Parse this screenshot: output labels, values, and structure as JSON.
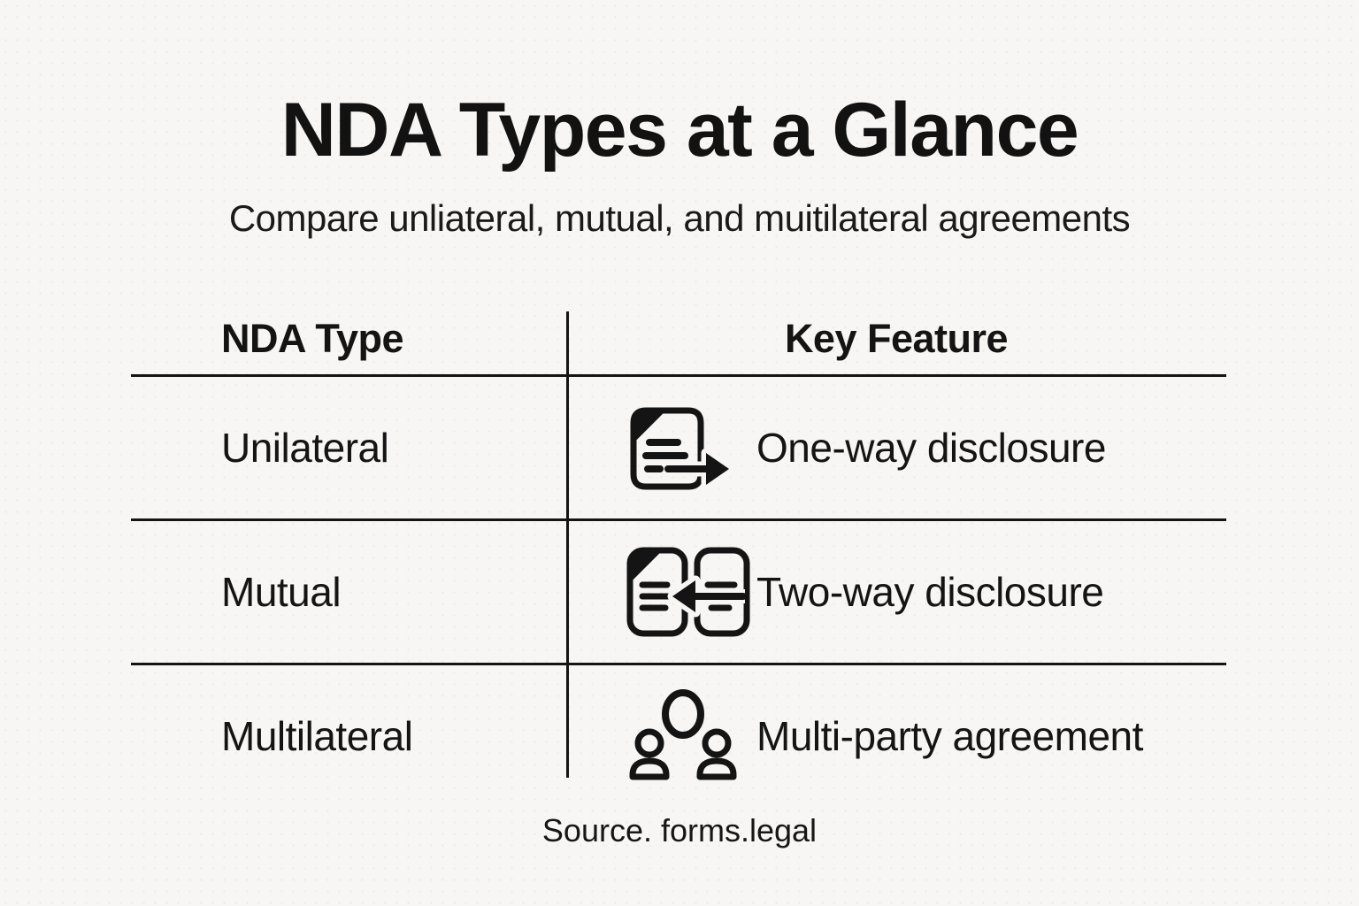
{
  "meta": {
    "background_color": "#f7f6f4",
    "ink_color": "#141414"
  },
  "header": {
    "title": "NDA Types at a Glance",
    "subtitle": "Compare unliateral, mutual, and muitilateral agreements"
  },
  "table": {
    "columns": [
      "NDA Type",
      "Key Feature"
    ],
    "rows": [
      {
        "type": "Unilateral",
        "icon": "document-arrow-right-icon",
        "feature": "One-way disclosure"
      },
      {
        "type": "Mutual",
        "icon": "documents-exchange-icon",
        "feature": "Two-way disclosure"
      },
      {
        "type": "Multilateral",
        "icon": "people-group-icon",
        "feature": "Multi-party agreement"
      }
    ]
  },
  "footer": {
    "source": "Source. forms.legal"
  }
}
